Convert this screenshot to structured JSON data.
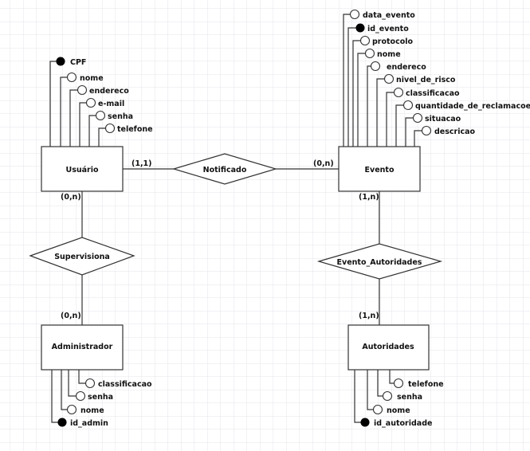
{
  "entities": {
    "usuario": {
      "name": "Usuário",
      "attributes": [
        {
          "name": "CPF",
          "key": true
        },
        {
          "name": "nome"
        },
        {
          "name": "endereco"
        },
        {
          "name": "e-mail"
        },
        {
          "name": "senha"
        },
        {
          "name": "telefone"
        }
      ]
    },
    "evento": {
      "name": "Evento",
      "attributes": [
        {
          "name": "data_evento"
        },
        {
          "name": "id_evento",
          "key": true
        },
        {
          "name": "protocolo"
        },
        {
          "name": "nome"
        },
        {
          "name": "endereco"
        },
        {
          "name": "nivel_de_risco"
        },
        {
          "name": "classificacao"
        },
        {
          "name": "quantidade_de_reclamacoes"
        },
        {
          "name": "situacao"
        },
        {
          "name": "descricao"
        }
      ]
    },
    "administrador": {
      "name": "Administrador",
      "attributes": [
        {
          "name": "classificacao"
        },
        {
          "name": "senha"
        },
        {
          "name": "nome"
        },
        {
          "name": "id_admin",
          "key": true
        }
      ]
    },
    "autoridades": {
      "name": "Autoridades",
      "attributes": [
        {
          "name": "telefone"
        },
        {
          "name": "senha"
        },
        {
          "name": "nome"
        },
        {
          "name": "id_autoridade",
          "key": true
        }
      ]
    }
  },
  "relationships": {
    "notificado": {
      "name": "Notificado",
      "card_left": "(1,1)",
      "card_right": "(0,n)"
    },
    "supervisiona": {
      "name": "Supervisiona",
      "card_top": "(0,n)",
      "card_bottom": "(0,n)"
    },
    "evento_autoridades": {
      "name": "Evento_Autoridades",
      "card_top": "(1,n)",
      "card_bottom": "(1,n)"
    }
  }
}
